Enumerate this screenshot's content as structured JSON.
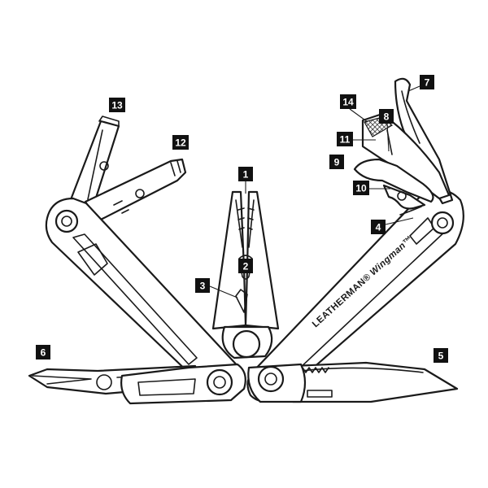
{
  "brand": {
    "name": "LEATHERMAN",
    "reg": "®",
    "model": "Wingman",
    "tm": "™"
  },
  "callouts": [
    {
      "label": "1"
    },
    {
      "label": "2"
    },
    {
      "label": "3"
    },
    {
      "label": "4"
    },
    {
      "label": "5"
    },
    {
      "label": "6"
    },
    {
      "label": "7"
    },
    {
      "label": "8"
    },
    {
      "label": "9"
    },
    {
      "label": "10"
    },
    {
      "label": "11"
    },
    {
      "label": "12"
    },
    {
      "label": "13"
    },
    {
      "label": "14"
    }
  ],
  "colors": {
    "line": "#1a1a1a",
    "badge": "#111111",
    "badge_text": "#ffffff",
    "background": "#ffffff"
  }
}
